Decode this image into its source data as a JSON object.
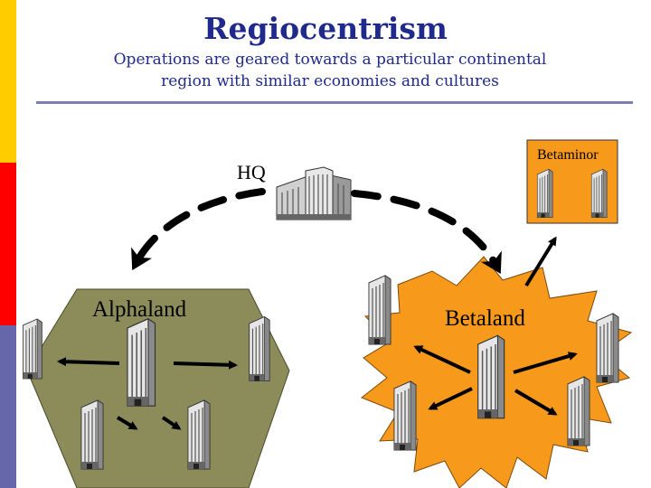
{
  "title": "Regiocentrism",
  "subtitle_line1": "Operations are geared towards a particular continental",
  "subtitle_line2": "region with similar economies and cultures",
  "labels": {
    "hq": "HQ",
    "alphaland": "Alphaland",
    "betaland": "Betaland",
    "betaminor": "Betaminor"
  },
  "colors": {
    "title_text": "#1f2a8c",
    "left_bar_top": "#ffcc00",
    "left_bar_middle": "#ff0000",
    "left_bar_bottom": "#6666aa",
    "alphaland_fill": "#8c8c5a",
    "betaland_fill": "#f79a1c",
    "betaminor_fill": "#f79a1c"
  },
  "icons": [
    "building-icon",
    "arrow-icon"
  ]
}
